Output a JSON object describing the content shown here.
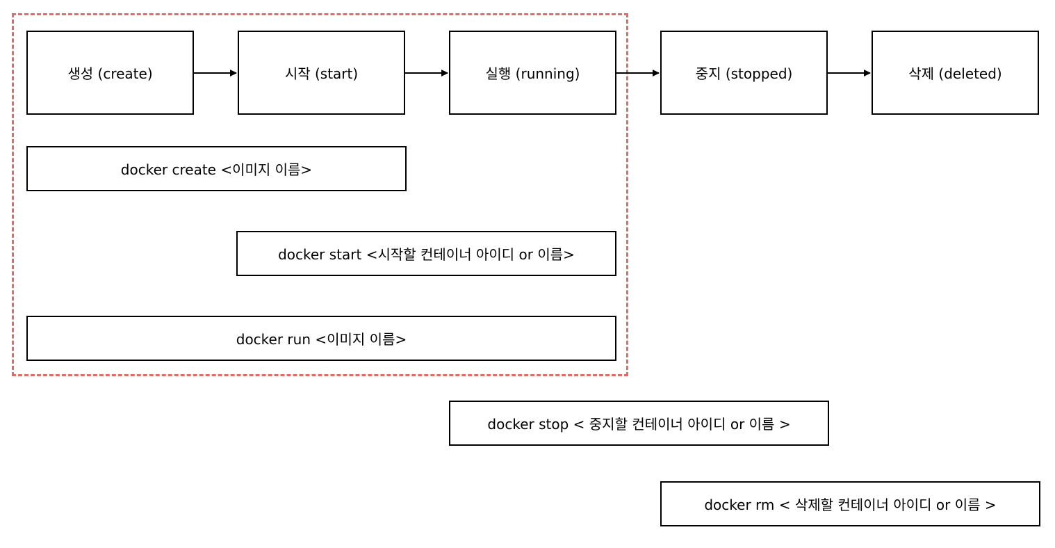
{
  "states": [
    {
      "id": "create",
      "label": "생성 (create)"
    },
    {
      "id": "start",
      "label": "시작 (start)"
    },
    {
      "id": "running",
      "label": "실행 (running)"
    },
    {
      "id": "stopped",
      "label": "중지 (stopped)"
    },
    {
      "id": "deleted",
      "label": "삭제 (deleted)"
    }
  ],
  "commands": {
    "create": "docker create <이미지 이름>",
    "start": "docker start <시작할 컨테이너 아이디 or 이름>",
    "run": "docker run <이미지 이름>",
    "stop": "docker stop < 중지할 컨테이너 아이디 or 이름 >",
    "rm": "docker rm < 삭제할 컨테이너 아이디 or 이름 >"
  },
  "colors": {
    "group_border": "#e06c66",
    "box_border": "#000000",
    "arrow": "#000000"
  }
}
